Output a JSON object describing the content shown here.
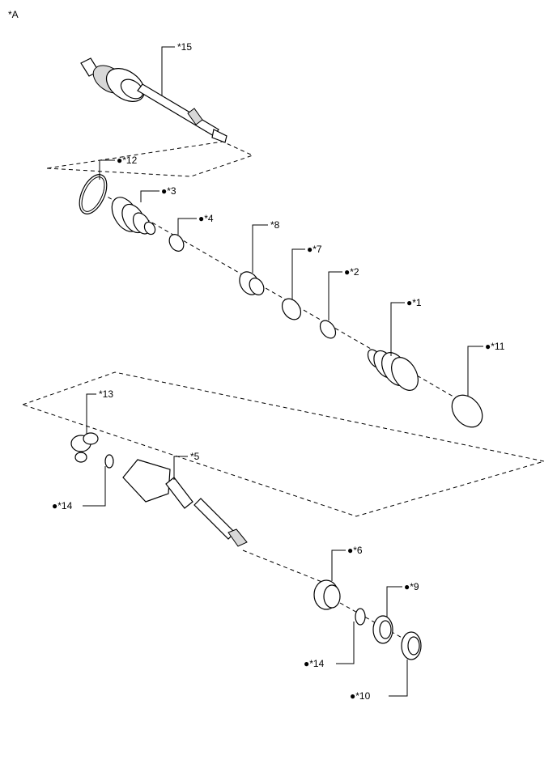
{
  "corner_label": "*A",
  "callouts": {
    "c15": "*15",
    "c12": "●*12",
    "c3": "●*3",
    "c4": "●*4",
    "c8": "*8",
    "c7": "●*7",
    "c2": "●*2",
    "c1": "●*1",
    "c11": "●*11",
    "c13": "*13",
    "c14a": "●*14",
    "c5": "*5",
    "c6": "●*6",
    "c9": "●*9",
    "c14b": "●*14",
    "c10": "●*10"
  }
}
